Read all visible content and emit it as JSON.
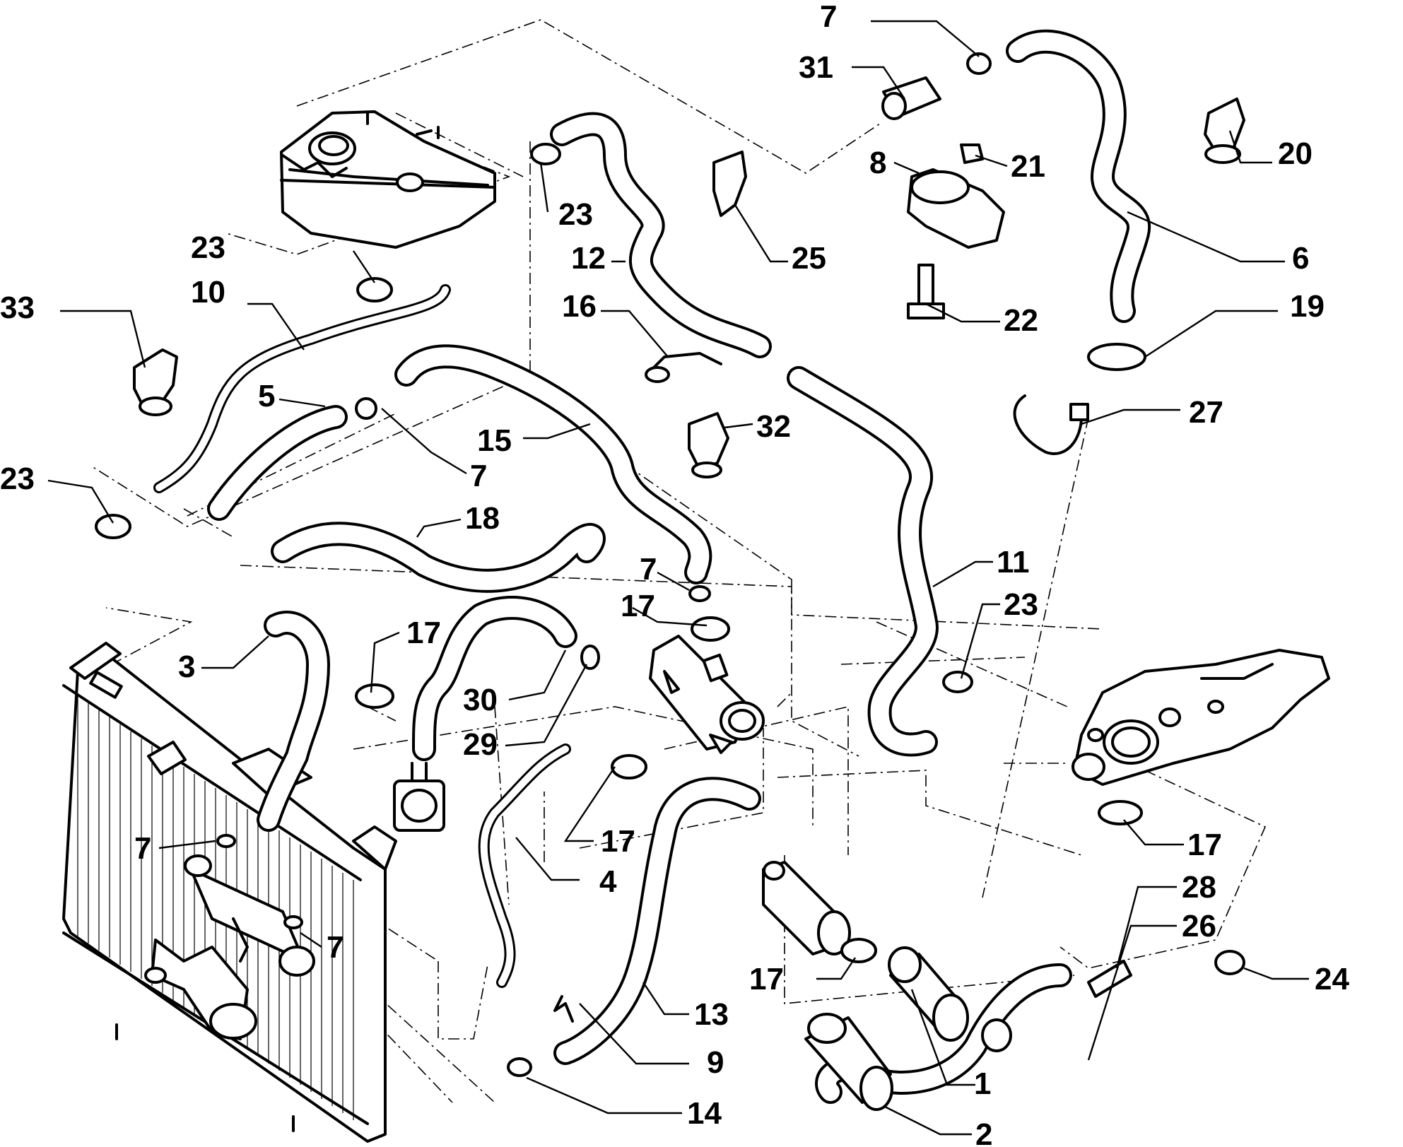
{
  "diagram": {
    "callouts": [
      {
        "id": "c7a",
        "text": "7"
      },
      {
        "id": "c31",
        "text": "31"
      },
      {
        "id": "c21",
        "text": "21"
      },
      {
        "id": "c8",
        "text": "8"
      },
      {
        "id": "c20",
        "text": "20"
      },
      {
        "id": "c23a",
        "text": "23"
      },
      {
        "id": "c25",
        "text": "25"
      },
      {
        "id": "c12",
        "text": "12"
      },
      {
        "id": "c6",
        "text": "6"
      },
      {
        "id": "c23b",
        "text": "23"
      },
      {
        "id": "c10",
        "text": "10"
      },
      {
        "id": "c22",
        "text": "22"
      },
      {
        "id": "c33",
        "text": "33"
      },
      {
        "id": "c16",
        "text": "16"
      },
      {
        "id": "c19",
        "text": "19"
      },
      {
        "id": "c5",
        "text": "5"
      },
      {
        "id": "c27",
        "text": "27"
      },
      {
        "id": "c32",
        "text": "32"
      },
      {
        "id": "c15",
        "text": "15"
      },
      {
        "id": "c23c",
        "text": "23"
      },
      {
        "id": "c7b",
        "text": "7"
      },
      {
        "id": "c18",
        "text": "18"
      },
      {
        "id": "c11",
        "text": "11"
      },
      {
        "id": "c7c",
        "text": "7"
      },
      {
        "id": "c17a",
        "text": "17"
      },
      {
        "id": "c23d",
        "text": "23"
      },
      {
        "id": "c17b",
        "text": "17"
      },
      {
        "id": "c3",
        "text": "3"
      },
      {
        "id": "c30",
        "text": "30"
      },
      {
        "id": "c29",
        "text": "29"
      },
      {
        "id": "c17c",
        "text": "17"
      },
      {
        "id": "c17d",
        "text": "17"
      },
      {
        "id": "c7d",
        "text": "7"
      },
      {
        "id": "c4",
        "text": "4"
      },
      {
        "id": "c28",
        "text": "28"
      },
      {
        "id": "c26",
        "text": "26"
      },
      {
        "id": "c7e",
        "text": "7"
      },
      {
        "id": "c17e",
        "text": "17"
      },
      {
        "id": "c24",
        "text": "24"
      },
      {
        "id": "c13",
        "text": "13"
      },
      {
        "id": "c9",
        "text": "9"
      },
      {
        "id": "c1",
        "text": "1"
      },
      {
        "id": "c14",
        "text": "14"
      },
      {
        "id": "c2",
        "text": "2"
      }
    ]
  }
}
